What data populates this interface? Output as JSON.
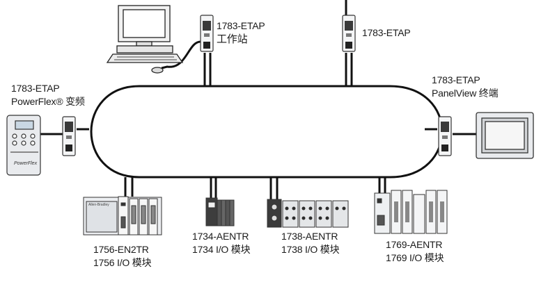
{
  "labels": {
    "etap_workstation": {
      "model": "1783-ETAP",
      "name": "工作站"
    },
    "etap_top_right": {
      "model": "1783-ETAP"
    },
    "etap_powerflex": {
      "model": "1783-ETAP",
      "name": "PowerFlex® 变频"
    },
    "etap_panelview": {
      "model": "1783-ETAP",
      "name": "PanelView 终端"
    },
    "adapter_1756": {
      "model": "1756-EN2TR",
      "name": "1756 I/O 模块"
    },
    "adapter_1734": {
      "model": "1734-AENTR",
      "name": "1734 I/O 模块"
    },
    "adapter_1738": {
      "model": "1738-AENTR",
      "name": "1738 I/O 模块"
    },
    "adapter_1769": {
      "model": "1769-AENTR",
      "name": "1769 I/O 模块"
    }
  },
  "device_text": {
    "powerflex_brand": "PowerFlex",
    "ab_logo": "Allen-Bradley"
  },
  "colors": {
    "line": "#111111",
    "device_fill": "#e9ebee",
    "device_stroke": "#444444"
  }
}
